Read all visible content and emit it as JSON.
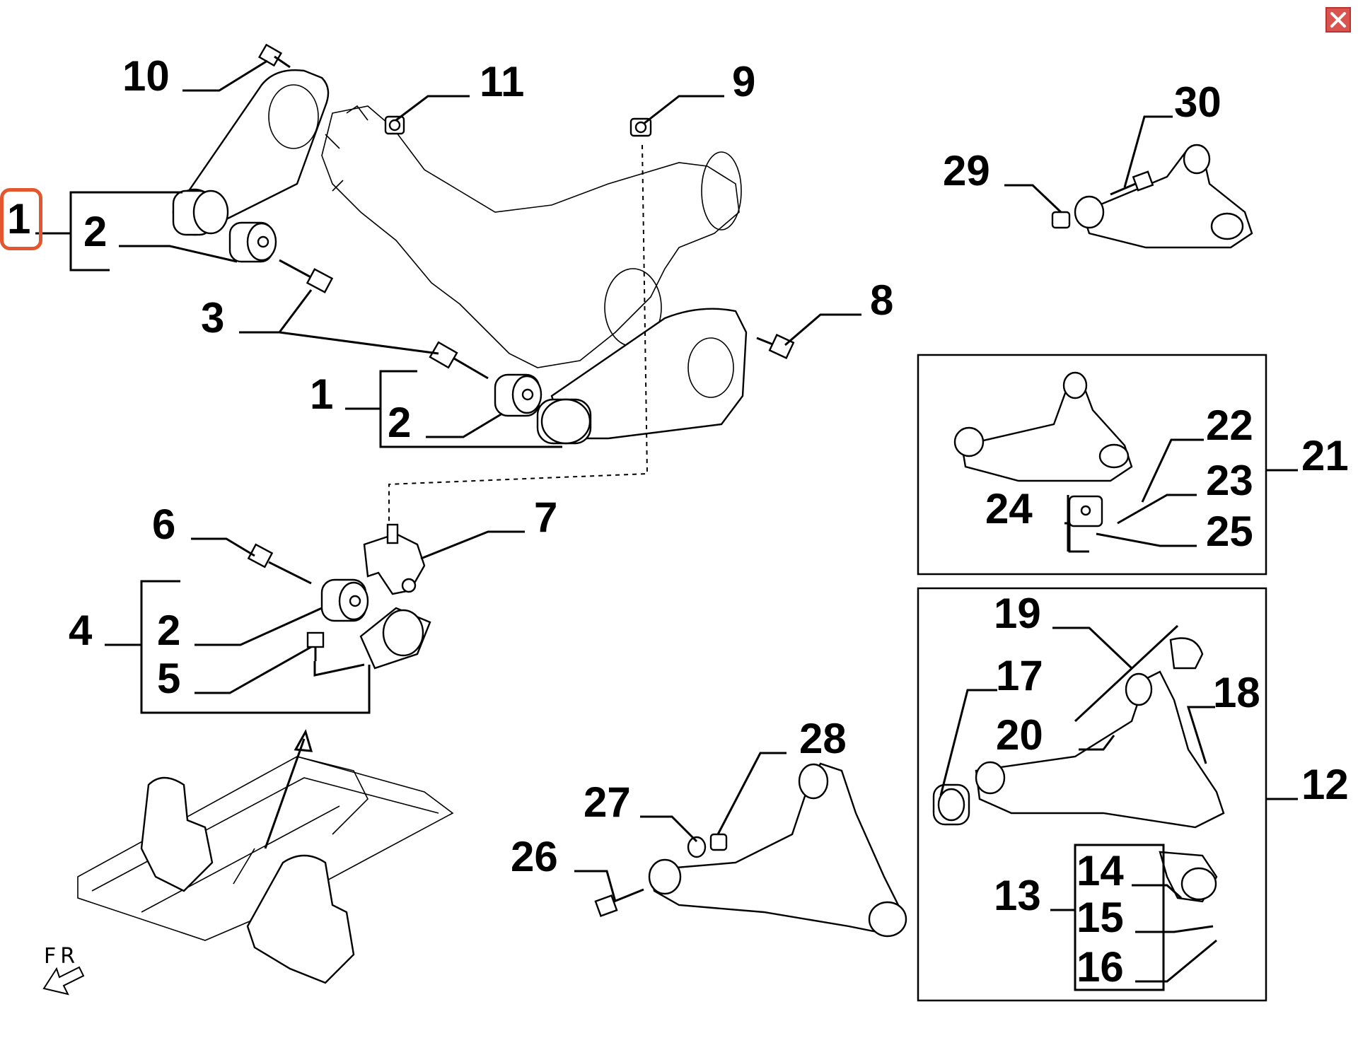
{
  "window": {
    "close_icon": "close-icon",
    "accent": "#e4572e"
  },
  "diagram": {
    "selected_callout": "1",
    "orientation_label": "FR",
    "callouts": [
      "1",
      "2",
      "3",
      "4",
      "5",
      "6",
      "7",
      "8",
      "9",
      "10",
      "11",
      "12",
      "13",
      "14",
      "15",
      "16",
      "17",
      "18",
      "19",
      "20",
      "21",
      "22",
      "23",
      "24",
      "25",
      "26",
      "27",
      "28",
      "29",
      "30"
    ]
  }
}
